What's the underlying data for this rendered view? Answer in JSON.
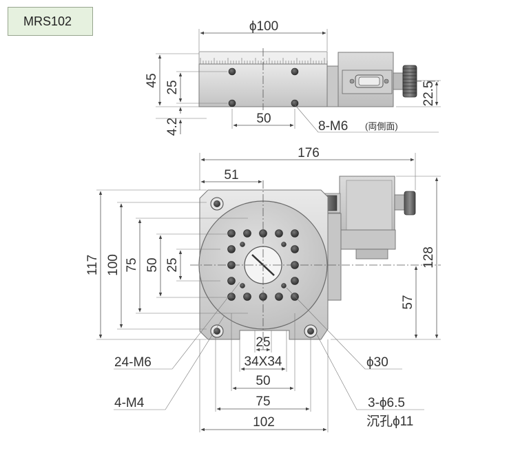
{
  "model": "MRS102",
  "top_view": {
    "width_label": "ϕ100",
    "height_label": "45",
    "inner_height_label": "25",
    "offset_label": "4.2",
    "spacing_label": "50",
    "right_label": "22.5",
    "thread_label": "8-M6",
    "thread_note": "(両側面)"
  },
  "plan_view": {
    "overall_width": "176",
    "center_offset": "51",
    "height_117": "117",
    "height_100": "100",
    "height_75": "75",
    "height_50": "50",
    "height_25": "25",
    "right_height": "128",
    "right_offset": "57",
    "bottom_25": "25",
    "bottom_34": "34X34",
    "bottom_50": "50",
    "bottom_75": "75",
    "bottom_102": "102",
    "callout_24m6": "24-M6",
    "callout_4m4": "4-M4",
    "callout_phi30": "ϕ30",
    "callout_3phi": "3-ϕ6.5",
    "callout_counterbore": "沉孔ϕ11"
  }
}
